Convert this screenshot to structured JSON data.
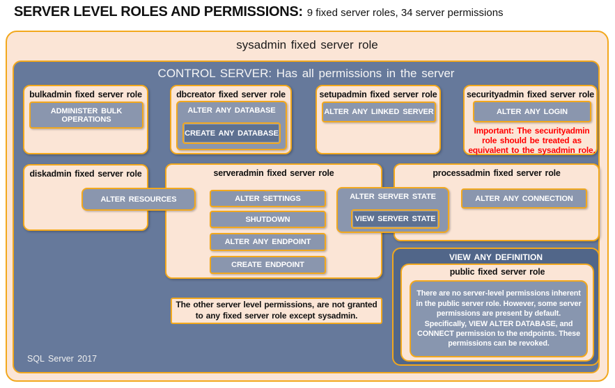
{
  "header": {
    "title": "SERVER LEVEL ROLES AND PERMISSIONS:",
    "subtitle": "9 fixed server roles, 34 server permissions"
  },
  "sysadmin": {
    "label": "sysadmin fixed server role"
  },
  "control_server": {
    "label": "CONTROL SERVER: Has all permissions in the server",
    "footer": "SQL Server 2017"
  },
  "roles": {
    "bulkadmin": {
      "title": "bulkadmin fixed server role",
      "permission": "ADMINISTER BULK OPERATIONS"
    },
    "dbcreator": {
      "title": "dbcreator fixed server role",
      "permission": "ALTER ANY DATABASE",
      "nested_permission": "CREATE ANY DATABASE"
    },
    "setupadmin": {
      "title": "setupadmin fixed server role",
      "permission": "ALTER ANY LINKED SERVER"
    },
    "securityadmin": {
      "title": "securityadmin fixed server role",
      "permission": "ALTER ANY LOGIN",
      "warning": "Important: The securityadmin role should be treated as equivalent to the sysadmin role."
    },
    "diskadmin": {
      "title": "diskadmin fixed server role"
    },
    "serveradmin": {
      "title": "serveradmin fixed server role",
      "permissions": [
        "ALTER SETTINGS",
        "SHUTDOWN",
        "ALTER ANY ENDPOINT",
        "CREATE ENDPOINT"
      ]
    },
    "processadmin": {
      "title": "processadmin fixed server role",
      "permission": "ALTER ANY CONNECTION"
    },
    "public": {
      "title": "public fixed server role",
      "description": "There are no server-level permissions inherent in the public server role. However, some server permissions are present by default. Specifically, VIEW ALTER DATABASE, and CONNECT permission to the endpoints. These permissions can be revoked."
    }
  },
  "shared_permissions": {
    "diskadmin_serveradmin": "ALTER RESOURCES",
    "serveradmin_processadmin": "ALTER SERVER STATE",
    "serveradmin_processadmin_nested": "VIEW SERVER STATE",
    "public_definition": "VIEW ANY DEFINITION"
  },
  "note": "The other server level permissions, are not granted to any fixed server role except sysadmin.",
  "colors": {
    "peach": "#FBE5D6",
    "gold_border": "#F2A81D",
    "slate": "#66799B",
    "permission_fill": "#8A96AE",
    "nested_fill": "#5E7191",
    "definition_fill": "#516689",
    "warning_red": "#FF0000"
  }
}
